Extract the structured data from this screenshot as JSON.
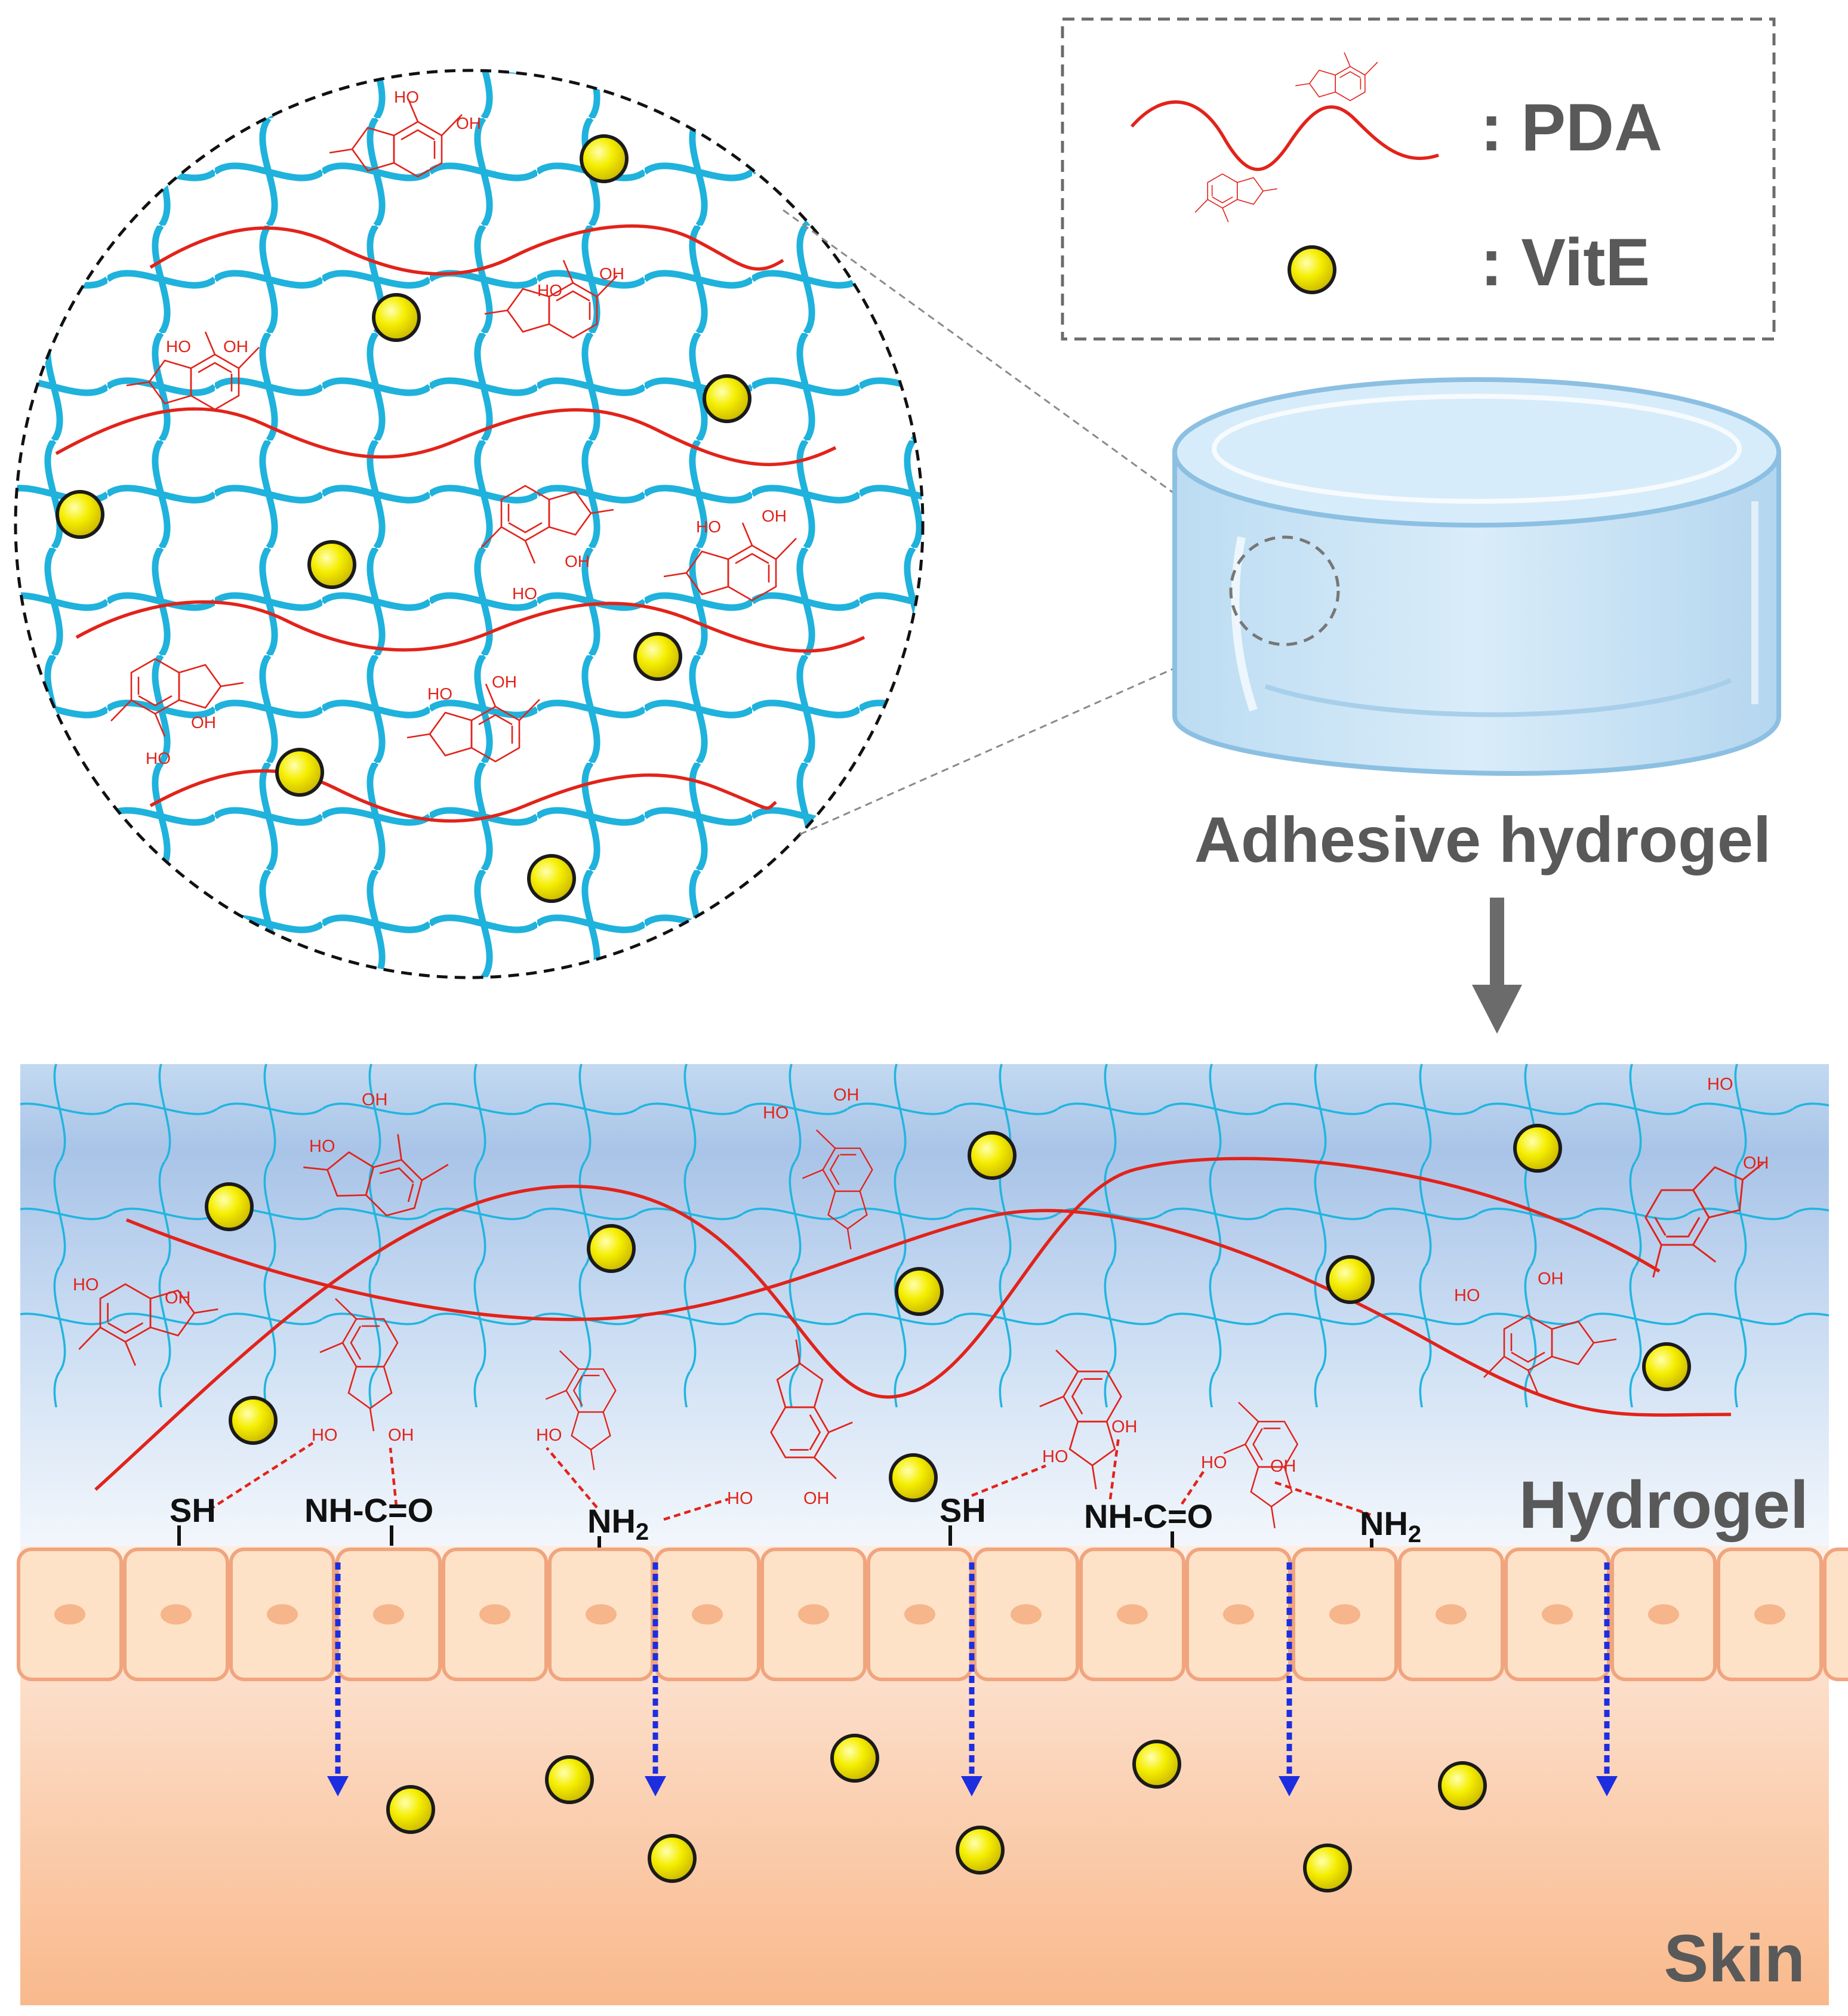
{
  "legend": {
    "pda_label": ": PDA",
    "vite_label": ": VitE"
  },
  "labels": {
    "adhesive_hydrogel": "Adhesive hydrogel",
    "hydrogel": "Hydrogel",
    "skin": "Skin"
  },
  "interface_groups": {
    "sh": "SH",
    "amide": "NH-C=O",
    "amine_base": "NH",
    "amine_sub": "2"
  },
  "catechol": {
    "ho": "HO",
    "oh": "OH"
  },
  "colors": {
    "network": "#1fb2dc",
    "pda": "#e2231a",
    "vite": "#f2ea00",
    "label_gray": "#595959",
    "arrow_blue": "#1d2ee0",
    "cell_fill": "#fde2c8",
    "cell_border": "#f0a57e",
    "skin_bottom": "#f9b98c"
  },
  "icons": {
    "down_arrow": "down-arrow-icon",
    "vite_particle": "vite-particle-icon",
    "catechol_ring": "catechol-ring-icon"
  }
}
